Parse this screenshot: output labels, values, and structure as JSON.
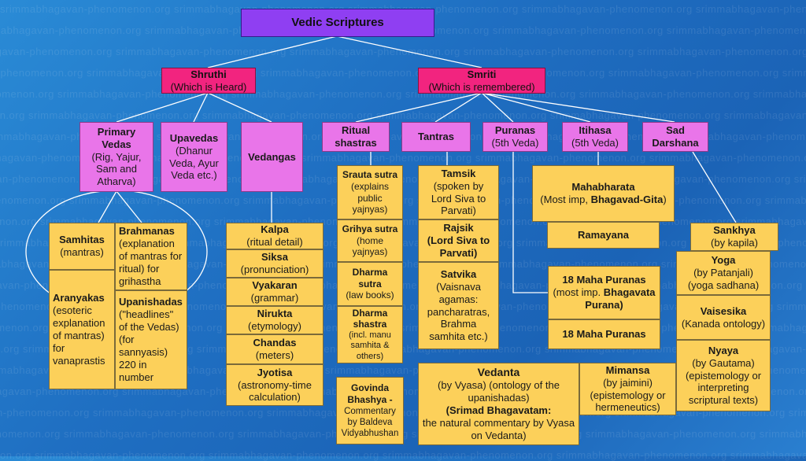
{
  "watermark": "srimmabhagavan-phenomenon.org",
  "root": "Vedic Scriptures",
  "shruthi": {
    "title": "Shruthi",
    "sub": "(Which is Heard)"
  },
  "smriti": {
    "title": "Smriti",
    "sub": "(Which is remembered)"
  },
  "primary_vedas": {
    "title": "Primary Vedas",
    "sub": "(Rig, Yajur, Sam and Atharva)"
  },
  "upavedas": {
    "title": "Upavedas",
    "sub": "(Dhanur Veda, Ayur Veda etc.)"
  },
  "vedangas": {
    "title": "Vedangas"
  },
  "ritual_shastras": {
    "title": "Ritual shastras"
  },
  "tantras": {
    "title": "Tantras"
  },
  "puranas": {
    "title": "Puranas",
    "sub": "(5th Veda)"
  },
  "itihasa": {
    "title": "Itihasa",
    "sub": "(5th Veda)"
  },
  "sad_darshana": {
    "title": "Sad Darshana"
  },
  "samhitas": {
    "title": "Samhitas",
    "sub": "(mantras)"
  },
  "brahmanas": {
    "title": "Brahmanas",
    "sub": "(explanation of mantras for ritual) for grihastha"
  },
  "aranyakas": {
    "title": "Aranyakas",
    "sub": "(esoteric explanation of mantras) for vanaprastis"
  },
  "upanishadas": {
    "title": "Upanishadas",
    "sub": "(\"headlines\" of the Vedas) (for sannyasis) 220 in number"
  },
  "vedanga_items": [
    {
      "title": "Kalpa",
      "sub": "(ritual detail)"
    },
    {
      "title": "Siksa",
      "sub": "(pronunciation)"
    },
    {
      "title": "Vyakaran",
      "sub": "(grammar)"
    },
    {
      "title": "Nirukta",
      "sub": "(etymology)"
    },
    {
      "title": "Chandas",
      "sub": "(meters)"
    },
    {
      "title": "Jyotisa",
      "sub": "(astronomy-time calculation)"
    }
  ],
  "ritual_items": [
    {
      "title": "Srauta sutra",
      "sub": "(explains public yajnyas)"
    },
    {
      "title": "Grihya sutra",
      "sub": "(home yajnyas)"
    },
    {
      "title": "Dharma sutra",
      "sub": "(law books)"
    },
    {
      "title": "Dharma shastra",
      "sub": "(incl. manu samhita & others)"
    }
  ],
  "tantra_items": [
    {
      "title": "Tamsik",
      "sub": "(spoken by Lord Siva to Parvati)"
    },
    {
      "title": "Rajsik",
      "sub": "(Lord Siva to Parvati)"
    },
    {
      "title": "Satvika",
      "sub": "(Vaisnava agamas: pancharatras, Brahma samhita etc.)"
    }
  ],
  "mahabharata": {
    "title": "Mahabharata",
    "sub_pre": "(Most imp, ",
    "sub_bold": "Bhagavad-Gita",
    "sub_post": ")"
  },
  "ramayana": {
    "title": "Ramayana"
  },
  "maha_puranas_1": {
    "title": "18 Maha Puranas",
    "sub_pre": "(most imp. ",
    "sub_bold": "Bhagavata Purana",
    "sub_post": ")"
  },
  "maha_puranas_2": {
    "title": "18 Maha Puranas"
  },
  "darshana_items": [
    {
      "title": "Sankhya",
      "sub": "(by kapila)"
    },
    {
      "title": "Yoga",
      "sub": "(by Patanjali) (yoga sadhana)"
    },
    {
      "title": "Vaisesika",
      "sub": "(Kanada ontology)"
    },
    {
      "title": "Nyaya",
      "sub": "(by Gautama) (epistemology or interpreting scriptural texts)"
    }
  ],
  "govinda": {
    "title": "Govinda Bhashya -",
    "sub": "Commentary by Baldeva Vidyabhushan"
  },
  "vedanta": {
    "title": "Vedanta",
    "sub": "(by Vyasa) (ontology of the upanishadas)",
    "bold": "(Srimad Bhagavatam:",
    "sub2": "the natural commentary by Vyasa on Vedanta)"
  },
  "mimansa": {
    "title": "Mimansa",
    "sub": "(by jaimini) (epistemology or hermeneutics)"
  }
}
